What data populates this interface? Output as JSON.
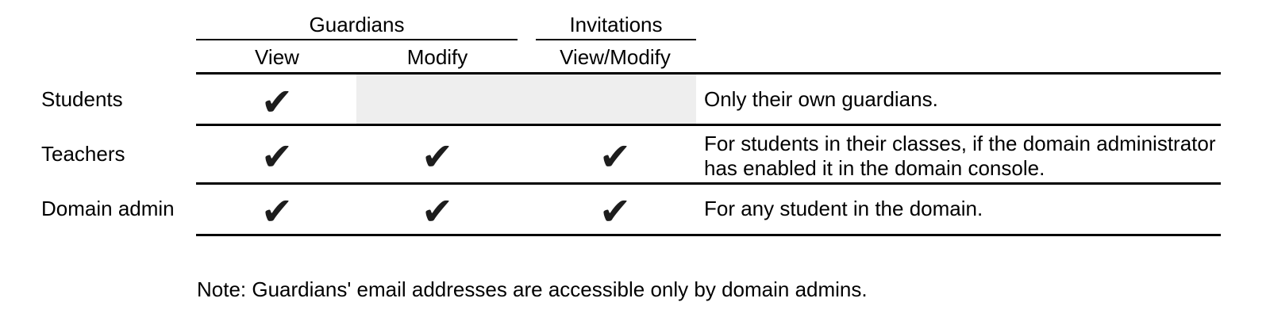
{
  "header": {
    "groups": [
      {
        "label": "Guardians"
      },
      {
        "label": "Invitations"
      }
    ],
    "columns": [
      {
        "label": "View"
      },
      {
        "label": "Modify"
      },
      {
        "label": "View/Modify"
      }
    ]
  },
  "rows": [
    {
      "role": "Students",
      "guardians_view": true,
      "guardians_modify": false,
      "invitations_view_modify": false,
      "description": "Only their own guardians."
    },
    {
      "role": "Teachers",
      "guardians_view": true,
      "guardians_modify": true,
      "invitations_view_modify": true,
      "description": "For students in their classes, if the domain administrator has enabled it in the domain console."
    },
    {
      "role": "Domain admin",
      "guardians_view": true,
      "guardians_modify": true,
      "invitations_view_modify": true,
      "description": "For any student in the domain."
    }
  ],
  "glyphs": {
    "check": "✔"
  },
  "footnote": "Note: Guardians' email addresses are accessible only by domain admins.",
  "colors": {
    "text": "#000000",
    "line": "#000000",
    "disabled_cell_bg": "#eeeeee",
    "check": "#1d1d1d"
  }
}
